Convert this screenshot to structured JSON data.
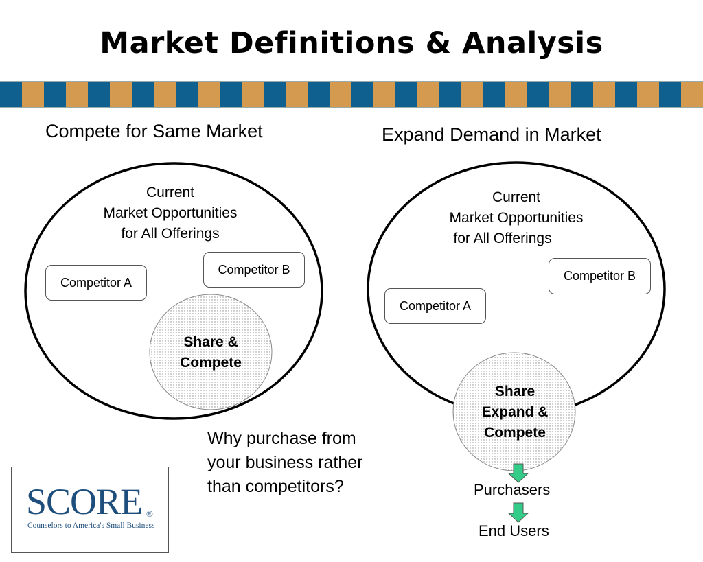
{
  "title": "Market Definitions & Analysis",
  "band_colors": [
    "#0f5f8f",
    "#d49a50"
  ],
  "left_panel": {
    "heading": "Compete for Same Market",
    "circle_text": [
      "Current",
      "Market Opportunities",
      "for All Offerings"
    ],
    "competitor_a": "Competitor A",
    "competitor_b": "Competitor B",
    "share_lines": [
      "Share &",
      "Compete"
    ]
  },
  "right_panel": {
    "heading": "Expand Demand in Market",
    "circle_text": [
      "Current",
      "Market Opportunities",
      "for All Offerings"
    ],
    "competitor_a": "Competitor A",
    "competitor_b": "Competitor B",
    "share_lines": [
      "Share",
      "Expand &",
      "Compete"
    ],
    "flow": [
      "Purchasers",
      "End Users"
    ],
    "arrow_color": "#33cc88"
  },
  "question_lines": [
    "Why purchase from",
    "your business rather",
    "than competitors?"
  ],
  "logo": {
    "word": "SCORE",
    "registered": "®",
    "tagline": "Counselors to America's Small Business"
  }
}
